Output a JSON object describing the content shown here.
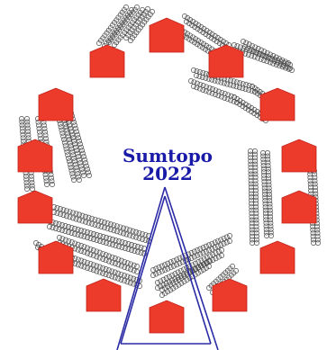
{
  "logo": {
    "title_line1": "Sumtopo",
    "title_line2": "2022",
    "colors": {
      "title": "#1a1aa8",
      "cone": "#2b2ba6",
      "tile_fill": "#ec3a2b",
      "tile_stroke": "#c0231a",
      "beads": "#4a4a4a",
      "background": "#ffffff"
    },
    "tile_count": 14,
    "tile_shape": "house-pentagon",
    "coil_description_icon": "bead-chain-icon"
  }
}
